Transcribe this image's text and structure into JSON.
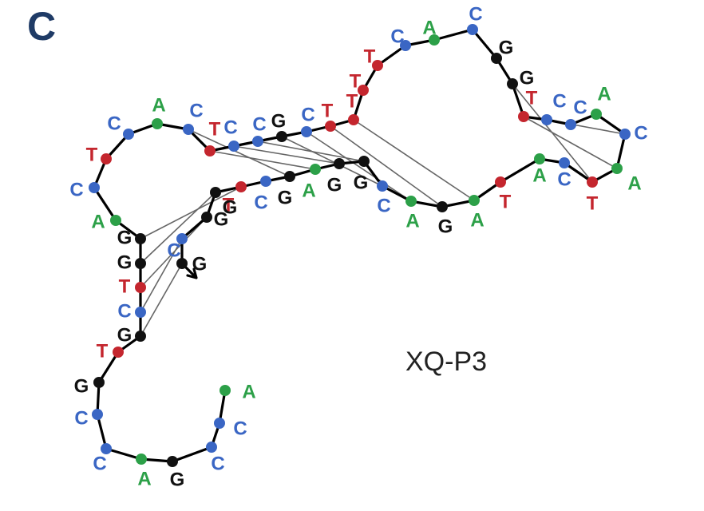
{
  "figure": {
    "panel_label": "C",
    "aptamer_name": "XQ-P3"
  },
  "colors": {
    "A": "#2ca048",
    "C": "#3a66c4",
    "G": "#111111",
    "T": "#c4262e",
    "backbone": "#000000",
    "pair_line": "#666666",
    "panel_label": "#1f3b66"
  },
  "structure": {
    "bases": [
      "A",
      "C",
      "C",
      "G",
      "A",
      "C",
      "C",
      "G",
      "T",
      "G",
      "C",
      "T",
      "G",
      "G",
      "A",
      "C",
      "T",
      "C",
      "A",
      "C",
      "T",
      "C",
      "C",
      "G",
      "C",
      "T",
      "T",
      "T",
      "T",
      "C",
      "A",
      "C",
      "G",
      "G",
      "T",
      "C",
      "C",
      "A",
      "C",
      "A",
      "T",
      "C",
      "A",
      "T",
      "A",
      "G",
      "A",
      "C",
      "G",
      "G",
      "A",
      "G",
      "C",
      "T",
      "G",
      "G",
      "C",
      "G"
    ],
    "pairs": [
      [
        9,
        57
      ],
      [
        10,
        56
      ],
      [
        11,
        55
      ],
      [
        12,
        54
      ],
      [
        13,
        53
      ],
      [
        19,
        51
      ],
      [
        20,
        50
      ],
      [
        21,
        49
      ],
      [
        22,
        48
      ],
      [
        23,
        47
      ],
      [
        24,
        46
      ],
      [
        25,
        45
      ],
      [
        26,
        44
      ],
      [
        33,
        40
      ],
      [
        34,
        39
      ],
      [
        35,
        38
      ]
    ]
  }
}
